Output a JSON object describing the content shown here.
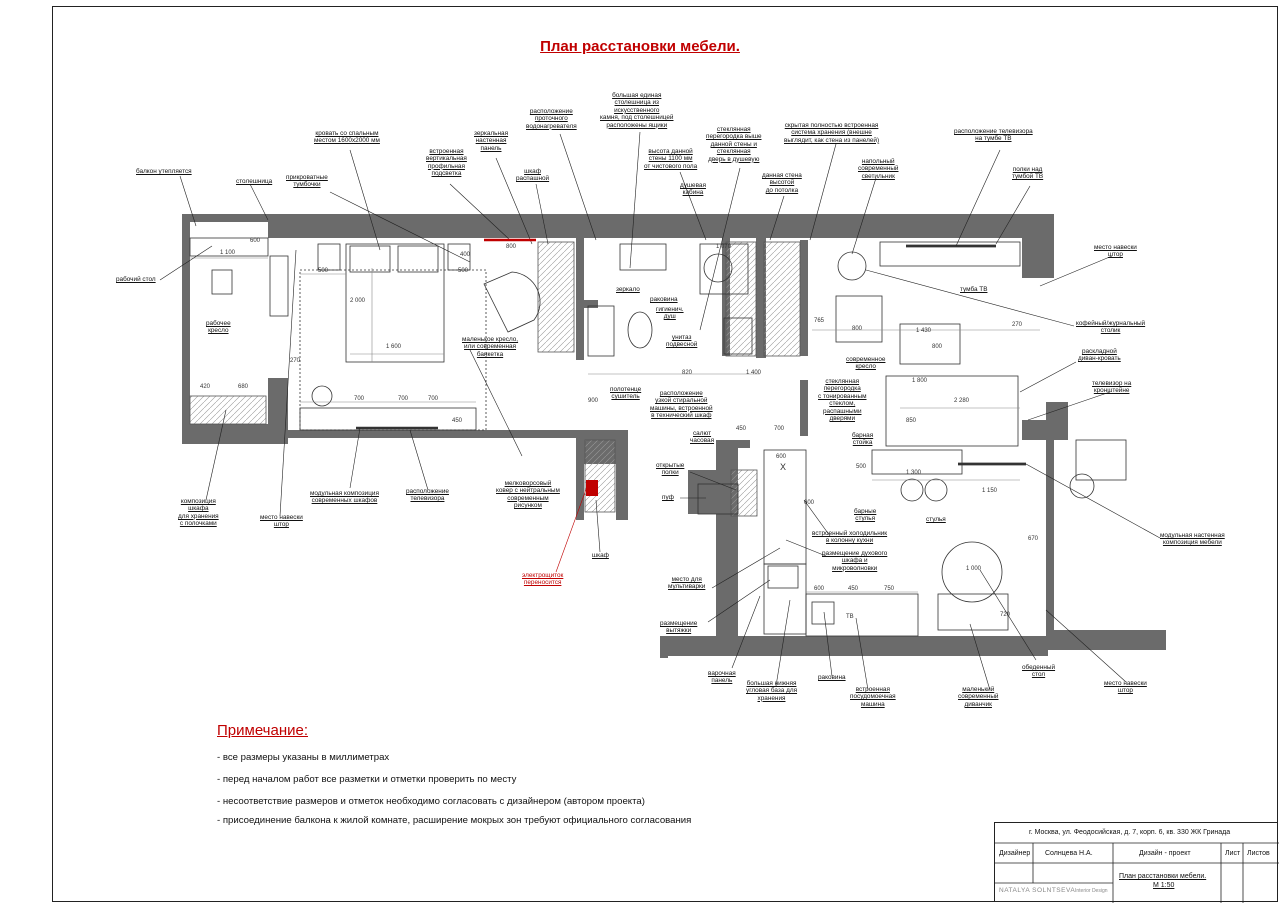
{
  "page_title": "План расстановки мебели.",
  "labels": {
    "balkon": "балкон утепляется",
    "rabochiy_stol": "рабочий стол",
    "stoleshnica": "столешница",
    "rabochee_kreslo": "рабочее\nкресло",
    "kompoziciya_shkafa": "композиция\nшкафа\nдля хранения\nс полочками",
    "mesto_shtor_left": "место навески\nштор",
    "krovat": "кровать со спальным\nместом 1600х2000 мм",
    "tumbochki": "прикроватные\nтумбочки",
    "podsvetka": "встроенная\nвертикальная\nпрофильная\nподсветка",
    "zerkalnaya_panel": "зеркальная\nнастенная\nпанель",
    "shkaf_raspashnoy": "шкаф\nраспашной",
    "vodonagrevatel": "расположение\nпроточного\nводонагревателя",
    "stoleshnica_kamen": "большая единая\nстолешница из\nискусственного\nкамня, под столешницей\nрасположены ящики",
    "vysota_steny": "высота данной\nстены 1100 мм\nот чистового пола",
    "steklyannaya_peregorodka": "стеклянная\nперегородка выше\nданной стены и\nстеклянная\nдверь в душевую",
    "dushevaya": "душевая\nкабина",
    "stena_do_potolka": "данная стена\nвысотой\nдо потолка",
    "skrytaya_sistema": "скрытая полностью встроенная\nсистема хранения (внешне\nвыглядит, как стена из панелей)",
    "svetilnik": "напольный\nсовременный\nсветильник",
    "tv_tumba_pos": "расположение телевизора\nна тумбе ТВ",
    "polki_nad_tumboy": "полки над\nтумбой ТВ",
    "mesto_shtor_right_top": "место навески\nштор",
    "tumba_tv": "тумба ТВ",
    "kofeyniy_stolik": "кофейный/журнальный\nстолик",
    "divan_krovat": "раскладной\nдиван-кровать",
    "tv_kronshteyn": "телевизор на\nкронштейне",
    "zerkalo": "зеркало",
    "rakovina_bath": "раковина",
    "gig_dush": "гигиенич.\nдуш",
    "unitaz": "унитаз\nподвесной",
    "malenkoe_kreslo": "маленькое кресло,\nили современная\nбанкетка",
    "polotence": "полотенце\nсушитель",
    "stiralnaya": "расположение\nузкой стиральной\nмашины, встроенной\nв технический шкаф",
    "sovr_kreslo": "современное\nкресло",
    "steklyannaya_dveri": "стеклянная\nперегородка\nс тонированным\nстеклом,\nраспашными\nдверями",
    "barnaya_stoyka": "барная\nстойка",
    "barnye_stulya": "барные\nстулья",
    "stulya": "стулья",
    "mod_nastennaya": "модульная настенная\nкомпозиция мебели",
    "mod_shkafy": "модульная композиция\nсовременных шкафов",
    "raspolozhenie_tv": "расположение\nтелевизора",
    "kover": "мелковорсовый\nковер с нейтральным\nсовременным\nрисунком",
    "shkaf_hall": "шкаф",
    "elektroshitok": "электрощиток\nпереносится",
    "otkrytye_polki": "открытые\nполки",
    "puf": "пуф",
    "salut": "салют\nчасовая",
    "holodilnik": "встроенный холодильник\nв колонну кухни",
    "duhovoy": "размещение духового\nшкафа и\nмикроволновки",
    "multivarka": "место для\nмультиварки",
    "vytyazhka": "размещение\nвытяжки",
    "varochnaya": "варочная\nпанель",
    "uglovaya_baza": "большая нижняя\nугловая база для\nхранения",
    "rakovina_kitchen": "раковина",
    "posudomoechnaya": "встроенная\nпосудомоечная\nмашина",
    "malenkiy_divan": "маленький\nсовременный\nдиванчик",
    "obedenniy_stol": "обеденный\nстол",
    "mesto_shtor_right_bottom": "место навески\nштор"
  },
  "dimensions": {
    "d1100": "1 100",
    "d600a": "600",
    "d420": "420",
    "d680": "680",
    "d270a": "270",
    "d500a": "500",
    "d400": "400",
    "d2000": "2 000",
    "d1600": "1 600",
    "d500b": "500",
    "d700a": "700",
    "d700b": "700",
    "d700c": "700",
    "d450a": "450",
    "d800a": "800",
    "d820": "820",
    "d1400a": "1 400",
    "d1070": "1 070",
    "d900": "900",
    "d270b": "270",
    "d1430": "1 430",
    "d800b": "800",
    "d765": "765",
    "d800c": "800",
    "d1800": "1 800",
    "d2280": "2 280",
    "d850": "850",
    "d1300": "1 300",
    "d500c": "500",
    "d1150": "1 150",
    "d670": "670",
    "d600b": "600",
    "d450b": "450",
    "d700d": "700",
    "d600c": "600",
    "d600d": "600",
    "d450c": "450",
    "d750": "750",
    "d1000": "1 000",
    "d720": "720"
  },
  "symbols": {
    "x_mark": "X",
    "tv_label": "ТВ"
  },
  "notes": {
    "heading": "Примечание:",
    "items": [
      "- все размеры указаны в миллиметрах",
      "- перед началом работ все разметки и отметки проверить по месту",
      "- несоответствие размеров и отметок необходимо согласовать с дизайнером (автором проекта)",
      "- присоединение балкона к жилой комнате, расширение мокрых зон требуют официального согласования"
    ]
  },
  "stamp": {
    "address": "г. Москва, ул. Феодосийская, д. 7, корп. 6, кв. 330 ЖК Гринада",
    "designer_label": "Дизайнер",
    "designer_name": "Солнцева Н.А.",
    "project": "Дизайн - проект",
    "sheet_label": "Лист",
    "sheets_label": "Листов",
    "sheet_title": "План расстановки мебели.",
    "scale": "М 1:50",
    "logo": "NATALYA SOLNTSEVA",
    "logo_sub": "Interior Design"
  },
  "colors": {
    "accent_red": "#c00000",
    "wall": "#6b6b6b"
  }
}
